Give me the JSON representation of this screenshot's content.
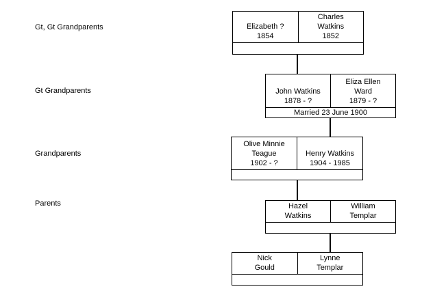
{
  "diagram": {
    "type": "family-tree",
    "colors": {
      "background": "#ffffff",
      "line": "#000000",
      "text": "#000000"
    },
    "generations": [
      {
        "label": "Gt, Gt Grandparents",
        "left": {
          "lines": [
            "Elizabeth ?",
            "1854"
          ]
        },
        "right": {
          "lines": [
            "Charles",
            "Watkins",
            "1852"
          ]
        },
        "marriage": ""
      },
      {
        "label": "Gt Grandparents",
        "left": {
          "lines": [
            "John Watkins",
            "1878 - ?"
          ]
        },
        "right": {
          "lines": [
            "Eliza Ellen",
            "Ward",
            "1879 - ?"
          ]
        },
        "marriage": "Married 23 June 1900"
      },
      {
        "label": "Grandparents",
        "left": {
          "lines": [
            "Olive Minnie",
            "Teague",
            "1902 - ?"
          ]
        },
        "right": {
          "lines": [
            "Henry Watkins",
            "1904 - 1985"
          ]
        },
        "marriage": ""
      },
      {
        "label": "Parents",
        "left": {
          "lines": [
            "Hazel",
            "Watkins"
          ]
        },
        "right": {
          "lines": [
            "William",
            "Templar"
          ]
        },
        "marriage": ""
      },
      {
        "label": "",
        "left": {
          "lines": [
            "Nick",
            "Gould"
          ]
        },
        "right": {
          "lines": [
            "Lynne",
            "Templar"
          ]
        },
        "marriage": ""
      }
    ]
  }
}
